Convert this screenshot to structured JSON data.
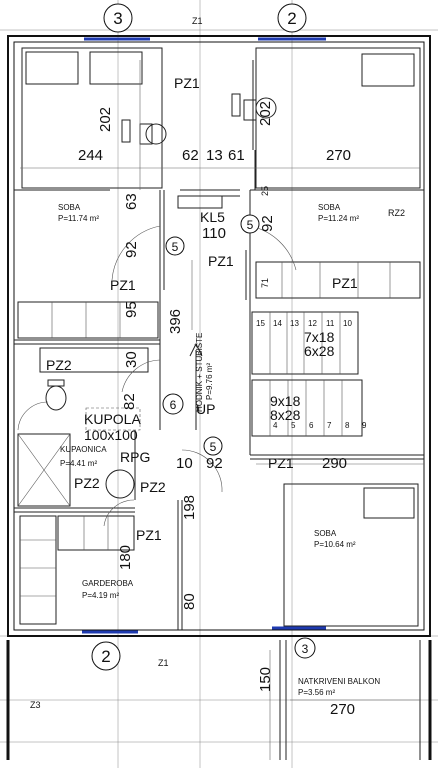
{
  "grid_markers": [
    {
      "id": "grid-3-top",
      "label": "3"
    },
    {
      "id": "grid-2-top",
      "label": "2"
    },
    {
      "id": "grid-2-bottom",
      "label": "2"
    },
    {
      "id": "grid-3-bottom",
      "label": "3"
    }
  ],
  "axis_labels": {
    "z1_top": "Z1",
    "z1_bottom": "Z1",
    "z3": "Z3",
    "rz2": "RZ2"
  },
  "rooms": {
    "soba_left": {
      "name": "SOBA",
      "area": "P=11.74 m²"
    },
    "soba_right": {
      "name": "SOBA",
      "area": "P=11.24 m²"
    },
    "soba_bottom": {
      "name": "SOBA",
      "area": "P=10.64 m²"
    },
    "hodnik": {
      "name": "HODNIK + STUBIŠTE",
      "area": "P=9.76 m²"
    },
    "kupaonica": {
      "name": "KUPAONICA",
      "area": "P=4.41 m²"
    },
    "garderoba": {
      "name": "GARDEROBA",
      "area": "P=4.19 m²"
    },
    "balkon": {
      "name": "NATKRIVENI BALKON",
      "area": "P=3.56 m²"
    }
  },
  "dimensions": {
    "d244": "244",
    "d270a": "270",
    "d202a": "202",
    "d202b": "202",
    "d62": "62",
    "d13": "13",
    "d61": "61",
    "d63": "63",
    "d92a": "92",
    "d92b": "92",
    "d92c": "92",
    "d396": "396",
    "d95": "95",
    "d30": "30",
    "d82": "82",
    "d10": "10",
    "d290": "290",
    "d198": "198",
    "d180": "180",
    "d80": "80",
    "d150": "150",
    "d270b": "270",
    "d110": "110",
    "d25": "25",
    "d71": "71"
  },
  "tags": {
    "pz1_a": "PZ1",
    "pz1_b": "PZ1",
    "pz1_c": "PZ1",
    "pz1_d": "PZ1",
    "pz1_e": "PZ1",
    "pz1_f": "PZ1",
    "pz2_a": "PZ2",
    "pz2_b": "PZ2",
    "pz2_c": "PZ2",
    "kl5": "KL5",
    "rpg": "RPG",
    "kupola": "KUPOLA",
    "kupola_size": "100x100",
    "up": "UP"
  },
  "door_numbers": {
    "d5a": "5",
    "d5b": "5",
    "d5c": "5",
    "d6": "6"
  },
  "stairs": {
    "upper_numbers": [
      "15",
      "14",
      "13",
      "12",
      "11",
      "10"
    ],
    "upper_spec": [
      "7x18",
      "6x28"
    ],
    "lower_numbers": [
      "4",
      "5",
      "6",
      "7",
      "8",
      "9"
    ],
    "lower_spec": [
      "9x18",
      "8x28"
    ]
  }
}
